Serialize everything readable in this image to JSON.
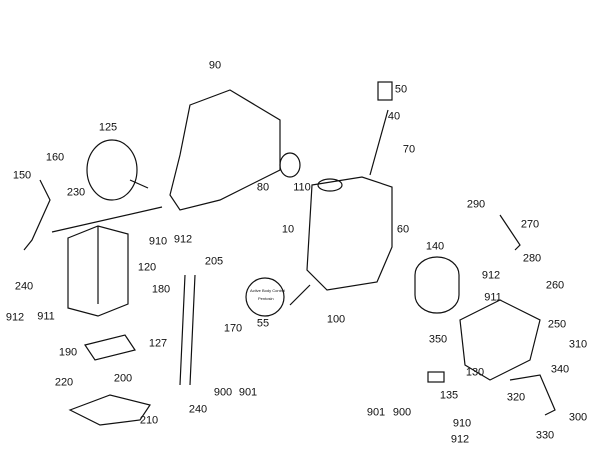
{
  "diagram": {
    "part_labels": [
      "90",
      "50",
      "40",
      "125",
      "70",
      "160",
      "150",
      "80",
      "110",
      "230",
      "290",
      "270",
      "10",
      "60",
      "910",
      "912",
      "140",
      "205",
      "120",
      "280",
      "912",
      "240",
      "260",
      "180",
      "911",
      "912",
      "911",
      "55",
      "100",
      "170",
      "250",
      "127",
      "350",
      "310",
      "190",
      "130",
      "340",
      "200",
      "220",
      "900",
      "901",
      "135",
      "901",
      "900",
      "320",
      "300",
      "240",
      "210",
      "910",
      "330",
      "912"
    ],
    "sticker": {
      "lines": [
        "Active Body Control",
        "Pentosin"
      ]
    },
    "colors": {
      "line": "#111111",
      "background": "#ffffff"
    }
  }
}
